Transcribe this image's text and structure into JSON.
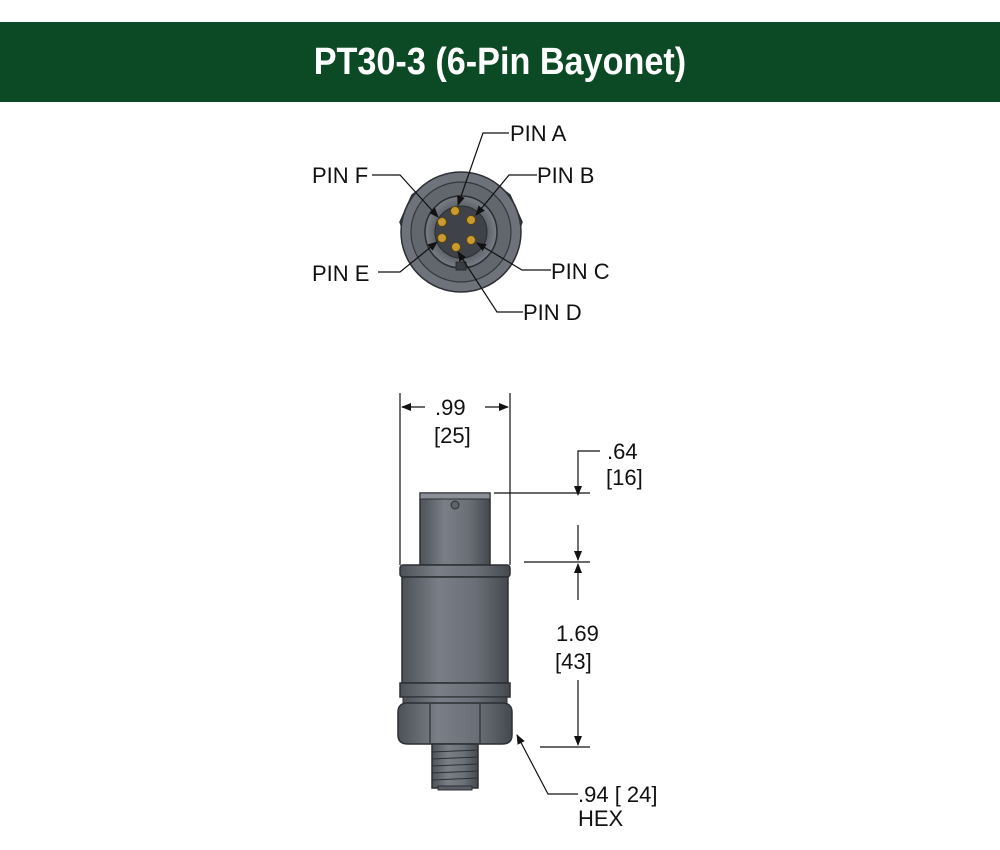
{
  "title": "PT30-3 (6-Pin Bayonet)",
  "colors": {
    "header_bg": "#0b4a24",
    "header_text": "#ffffff",
    "body_metal": "#6c7078",
    "body_dark": "#4a4e55",
    "pin_gold": "#c99a2e",
    "line": "#111111"
  },
  "pin_labels": {
    "a": "PIN A",
    "b": "PIN B",
    "c": "PIN C",
    "d": "PIN D",
    "e": "PIN E",
    "f": "PIN F"
  },
  "dimensions": {
    "width_in": ".99",
    "width_mm": "[25]",
    "connector_in": ".64",
    "connector_mm": "[16]",
    "body_in": "1.69",
    "body_mm": "[43]",
    "hex_size": ".94 [ 24]",
    "hex_label": "HEX"
  }
}
